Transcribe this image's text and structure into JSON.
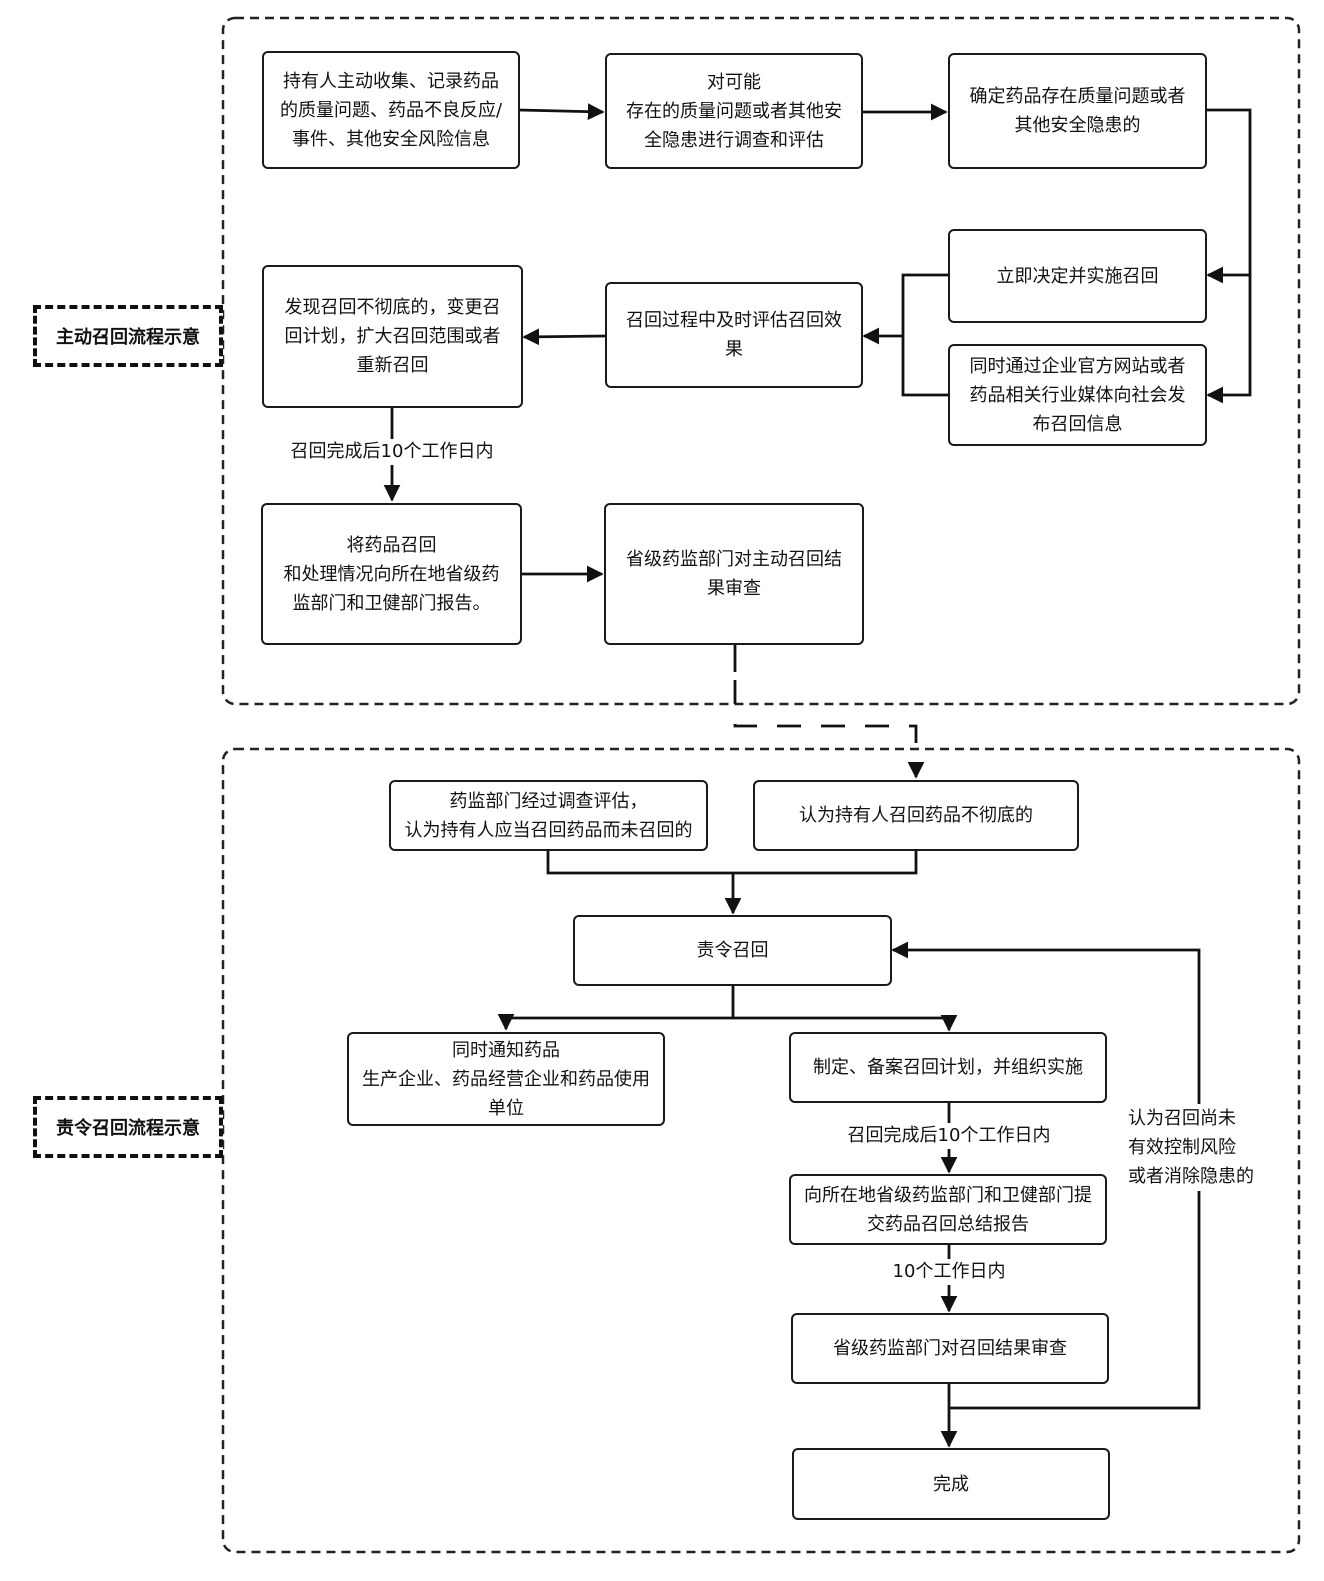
{
  "groups": {
    "active": "主动召回流程示意",
    "ordered": "责令召回流程示意"
  },
  "nodes": {
    "collect": [
      "持有人主动收集、记录药品",
      "的质量问题、药品不良反应/",
      "事件、其他安全风险信息"
    ],
    "investigate": [
      "对可能",
      "存在的质量问题或者其他安",
      "全隐患进行调查和评估"
    ],
    "confirm": [
      "确定药品存在质量问题或者",
      "其他安全隐患的"
    ],
    "decide": [
      "立即决定并实施召回"
    ],
    "publish": [
      "同时通过企业官方网站或者",
      "药品相关行业媒体向社会发",
      "布召回信息"
    ],
    "evaluate": [
      "召回过程中及时评估召回效",
      "果"
    ],
    "change_plan": [
      "发现召回不彻底的，变更召",
      "回计划，扩大召回范围或者",
      "重新召回"
    ],
    "report": [
      "将药品召回",
      "和处理情况向所在地省级药",
      "监部门和卫健部门报告。"
    ],
    "review_active": [
      "省级药监部门对主动召回结",
      "果审查"
    ],
    "regulator_found": [
      "药监部门经过调查评估，",
      "认为持有人应当召回药品而未召回的"
    ],
    "incomplete": [
      "认为持有人召回药品不彻底的"
    ],
    "order": [
      "责令召回"
    ],
    "notify": [
      "同时通知药品",
      "生产企业、药品经营企业和药品使用",
      "单位"
    ],
    "plan": [
      "制定、备案召回计划，并组织实施"
    ],
    "summary": [
      "向所在地省级药监部门和卫健部门提",
      "交药品召回总结报告"
    ],
    "review_order": [
      "省级药监部门对召回结果审查"
    ],
    "done": [
      "完成"
    ]
  },
  "edge_labels": {
    "within_10_days_active": [
      "召回完成后10个工作日内"
    ],
    "within_10_days_order": [
      "召回完成后10个工作日内"
    ],
    "ten_days": [
      "10个工作日内"
    ],
    "not_controlled": [
      "认为召回尚未",
      "有效控制风险",
      "或者消除隐患的"
    ]
  }
}
